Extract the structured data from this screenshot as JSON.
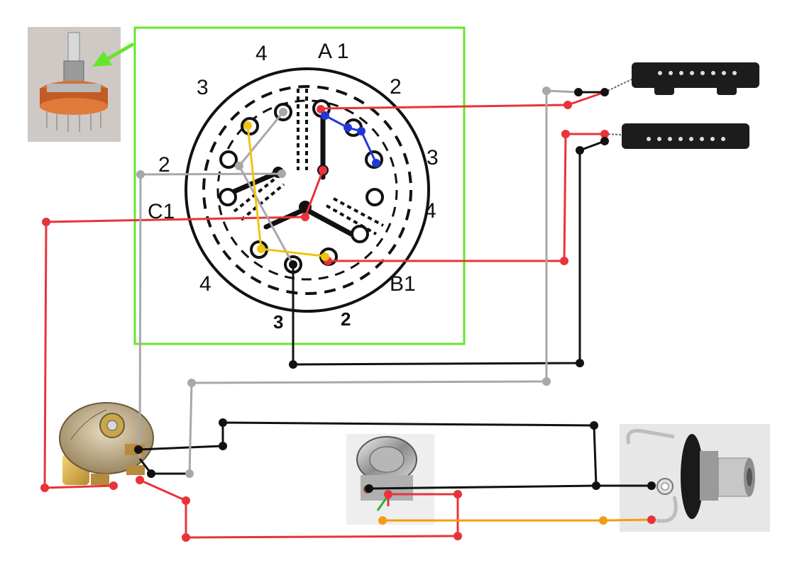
{
  "switch_labels": {
    "a1": "A 1",
    "a2": "2",
    "a3": "3",
    "a4": "4",
    "b1": "B1",
    "b2": "2",
    "b3": "3",
    "b4": "4",
    "c1": "C1",
    "c2": "2",
    "c3": "3",
    "c4": "4"
  },
  "wire_colors": {
    "hot": "#e8333a",
    "ground": "#111111",
    "gray": "#a8a8a8",
    "blue": "#2236d6",
    "yellow": "#f1c40f",
    "orange": "#f39c12",
    "frame": "#66e62b"
  },
  "components": [
    "rotary-switch",
    "neck-pickup",
    "bridge-pickup",
    "volume-pot",
    "stereo-jack",
    "output-jack"
  ]
}
